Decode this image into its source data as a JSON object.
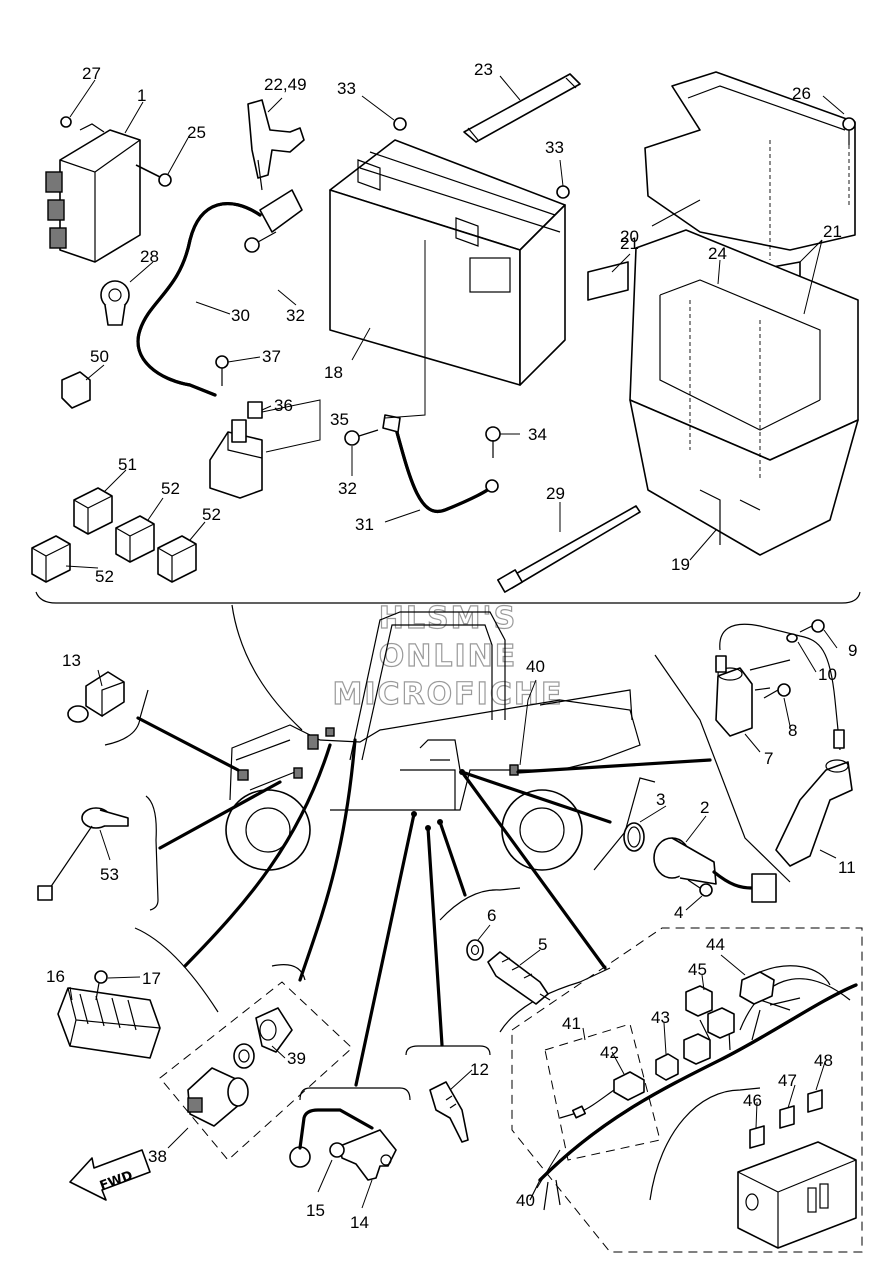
{
  "watermark": {
    "line1": "HLSM'S",
    "line2": "ONLINE",
    "line3": "MICROFICHE"
  },
  "fwd_label": "FWD",
  "callouts": [
    {
      "id": "c1",
      "text": "1"
    },
    {
      "id": "c27",
      "text": "27"
    },
    {
      "id": "c25",
      "text": "25"
    },
    {
      "id": "c2249",
      "text": "22,49"
    },
    {
      "id": "c33a",
      "text": "33"
    },
    {
      "id": "c23",
      "text": "23"
    },
    {
      "id": "c33b",
      "text": "33"
    },
    {
      "id": "c26",
      "text": "26"
    },
    {
      "id": "c20",
      "text": "20"
    },
    {
      "id": "c21a",
      "text": "21"
    },
    {
      "id": "c21b",
      "text": "21"
    },
    {
      "id": "c24",
      "text": "24"
    },
    {
      "id": "c28",
      "text": "28"
    },
    {
      "id": "c30",
      "text": "30"
    },
    {
      "id": "c32a",
      "text": "32"
    },
    {
      "id": "c50",
      "text": "50"
    },
    {
      "id": "c37",
      "text": "37"
    },
    {
      "id": "c18",
      "text": "18"
    },
    {
      "id": "c36",
      "text": "36"
    },
    {
      "id": "c35",
      "text": "35"
    },
    {
      "id": "c34",
      "text": "34"
    },
    {
      "id": "c32b",
      "text": "32"
    },
    {
      "id": "c51",
      "text": "51"
    },
    {
      "id": "c52a",
      "text": "52"
    },
    {
      "id": "c52b",
      "text": "52"
    },
    {
      "id": "c52c",
      "text": "52"
    },
    {
      "id": "c29",
      "text": "29"
    },
    {
      "id": "c31",
      "text": "31"
    },
    {
      "id": "c19",
      "text": "19"
    },
    {
      "id": "c13",
      "text": "13"
    },
    {
      "id": "c40a",
      "text": "40"
    },
    {
      "id": "c9",
      "text": "9"
    },
    {
      "id": "c10",
      "text": "10"
    },
    {
      "id": "c8",
      "text": "8"
    },
    {
      "id": "c7",
      "text": "7"
    },
    {
      "id": "c3",
      "text": "3"
    },
    {
      "id": "c2",
      "text": "2"
    },
    {
      "id": "c53",
      "text": "53"
    },
    {
      "id": "c11",
      "text": "11"
    },
    {
      "id": "c4",
      "text": "4"
    },
    {
      "id": "c6",
      "text": "6"
    },
    {
      "id": "c5",
      "text": "5"
    },
    {
      "id": "c44",
      "text": "44"
    },
    {
      "id": "c16",
      "text": "16"
    },
    {
      "id": "c17",
      "text": "17"
    },
    {
      "id": "c45",
      "text": "45"
    },
    {
      "id": "c43",
      "text": "43"
    },
    {
      "id": "c41",
      "text": "41"
    },
    {
      "id": "c39",
      "text": "39"
    },
    {
      "id": "c42",
      "text": "42"
    },
    {
      "id": "c12",
      "text": "12"
    },
    {
      "id": "c48",
      "text": "48"
    },
    {
      "id": "c47",
      "text": "47"
    },
    {
      "id": "c46",
      "text": "46"
    },
    {
      "id": "c38",
      "text": "38"
    },
    {
      "id": "c15",
      "text": "15"
    },
    {
      "id": "c14",
      "text": "14"
    },
    {
      "id": "c40b",
      "text": "40"
    }
  ]
}
